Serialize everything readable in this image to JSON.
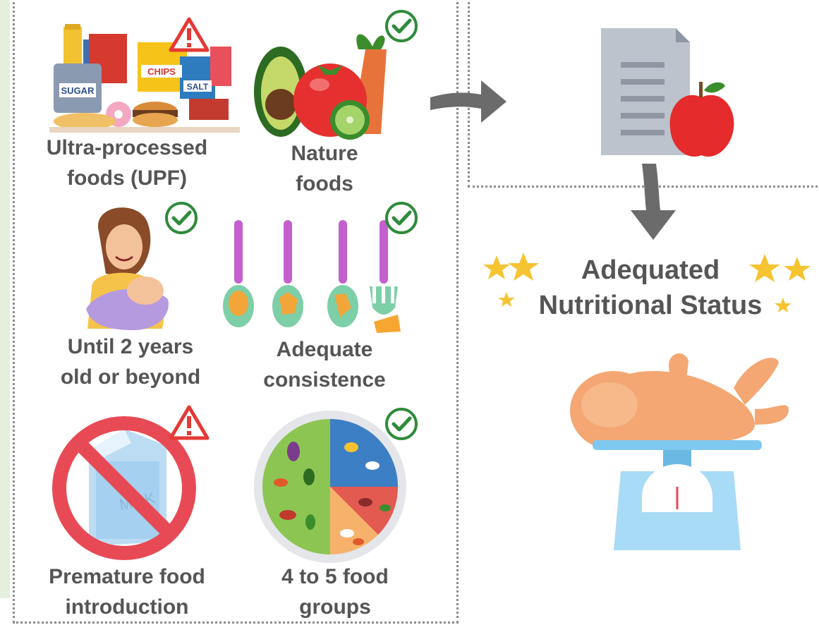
{
  "items": [
    {
      "label": "Ultra-processed\nfoods (UPF)",
      "marker": "warning-icon",
      "pack_labels": [
        "SUGAR",
        "CHIPS",
        "SALT"
      ]
    },
    {
      "label": "Nature\nfoods",
      "marker": "check-icon"
    },
    {
      "label": "Until 2 years\nold or beyond",
      "marker": "check-icon"
    },
    {
      "label": "Adequate\nconsistence",
      "marker": "check-icon"
    },
    {
      "label": "Premature food\nintroduction",
      "marker": "warning-icon",
      "carton_label": "MILK"
    },
    {
      "label": "4 to 5 food\ngroups",
      "marker": "check-icon"
    }
  ],
  "outcome": {
    "title": "Adequated\nNutritional Status"
  },
  "colors": {
    "panel_top_border": "#3e9a48",
    "check": "#2e8b3a",
    "warning": "#e53935",
    "text": "#555555",
    "arrow": "#6b6b6b",
    "star": "#f6c431",
    "scale": "#7fc8f0"
  }
}
